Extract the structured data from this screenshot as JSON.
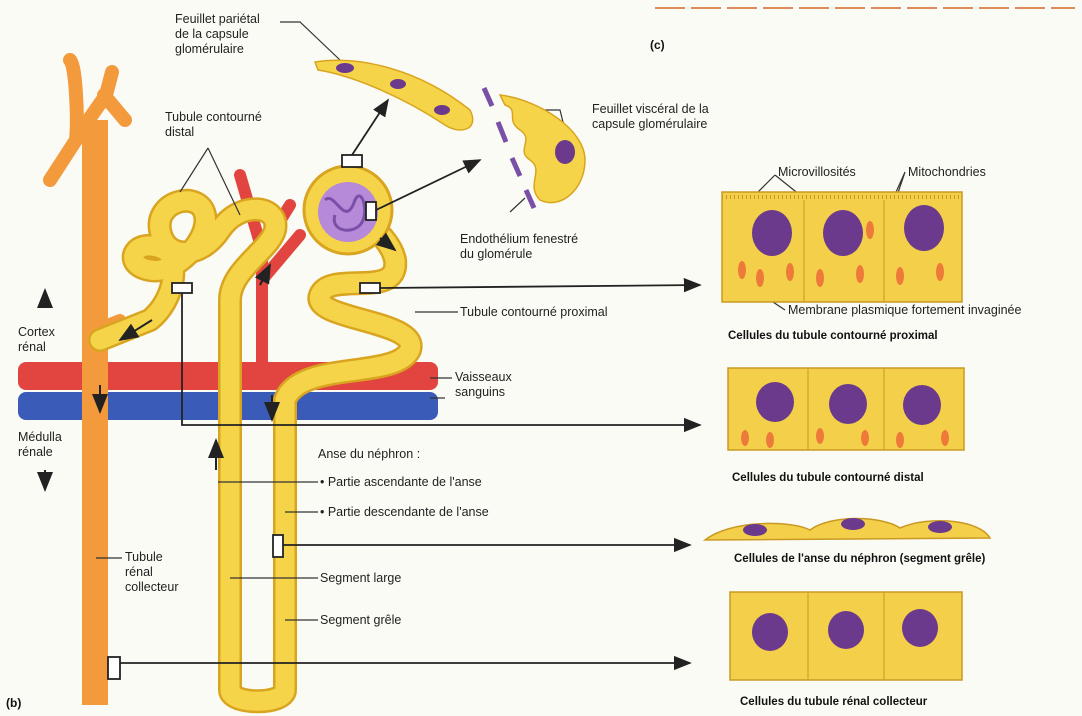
{
  "panel_labels": {
    "b": "(b)",
    "c": "(c)"
  },
  "labels": {
    "feuillet_parietal": [
      "Feuillet pariétal",
      "de la capsule",
      "glomérulaire"
    ],
    "tubule_distal": [
      "Tubule contourné",
      "distal"
    ],
    "feuillet_visceral": [
      "Feuillet viscéral de la",
      "capsule glomérulaire"
    ],
    "endothelium": [
      "Endothélium fenestré",
      "du glomérule"
    ],
    "tubule_proximal": "Tubule contourné proximal",
    "cortex": [
      "Cortex",
      "rénal"
    ],
    "medulla": [
      "Médulla",
      "rénale"
    ],
    "vaisseaux": [
      "Vaisseaux",
      "sanguins"
    ],
    "anse_title": "Anse du néphron :",
    "partie_ascendante": "• Partie ascendante de l'anse",
    "partie_descendante": "• Partie descendante de l'anse",
    "segment_large": "Segment large",
    "segment_grele": "Segment grêle",
    "tubule_collecteur": [
      "Tubule",
      "rénal",
      "collecteur"
    ],
    "microvillosites": "Microvillosités",
    "mitochondries": "Mitochondries",
    "membrane": "Membrane plasmique fortement invaginée"
  },
  "captions": {
    "proximal": "Cellules du tubule contourné proximal",
    "distal": "Cellules du tubule contourné distal",
    "anse": "Cellules de l'anse du néphron (segment grêle)",
    "collecteur": "Cellules du tubule rénal collecteur"
  },
  "colors": {
    "tubule": "#f6d44a",
    "tubule_edge": "#d9a520",
    "collecting_duct": "#f39a3c",
    "artery": "#e2453f",
    "vein": "#3b5bb8",
    "cell_fill": "#f3cf4a",
    "nucleus": "#6b3a8c",
    "mitochondria": "#ee7a3a"
  }
}
